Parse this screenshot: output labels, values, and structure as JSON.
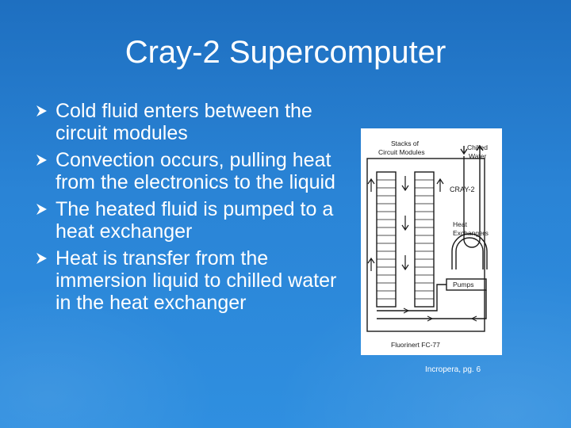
{
  "title": "Cray-2 Supercomputer",
  "bullets": [
    "Cold fluid enters between the circuit modules",
    "Convection occurs, pulling heat from the electronics to the liquid",
    "The heated fluid is pumped to a heat exchanger",
    "Heat is transfer from the immersion liquid to chilled water in the heat exchanger"
  ],
  "bullet_icon": "arrowhead-bullet-icon",
  "figure": {
    "labels": {
      "stacks": [
        "Stacks of",
        "Circuit Modules"
      ],
      "chilled": [
        "Chilled",
        "Water"
      ],
      "cray": "CRAY-2",
      "heat_exchangers": [
        "Heat",
        "Exchangers"
      ],
      "pumps": "Pumps",
      "fluorinert": "Fluorinert  FC-77"
    }
  },
  "caption": "Incropera, pg. 6",
  "colors": {
    "background": "#2a84d6",
    "text": "#ffffff",
    "diagram_ink": "#1a1a1a"
  }
}
